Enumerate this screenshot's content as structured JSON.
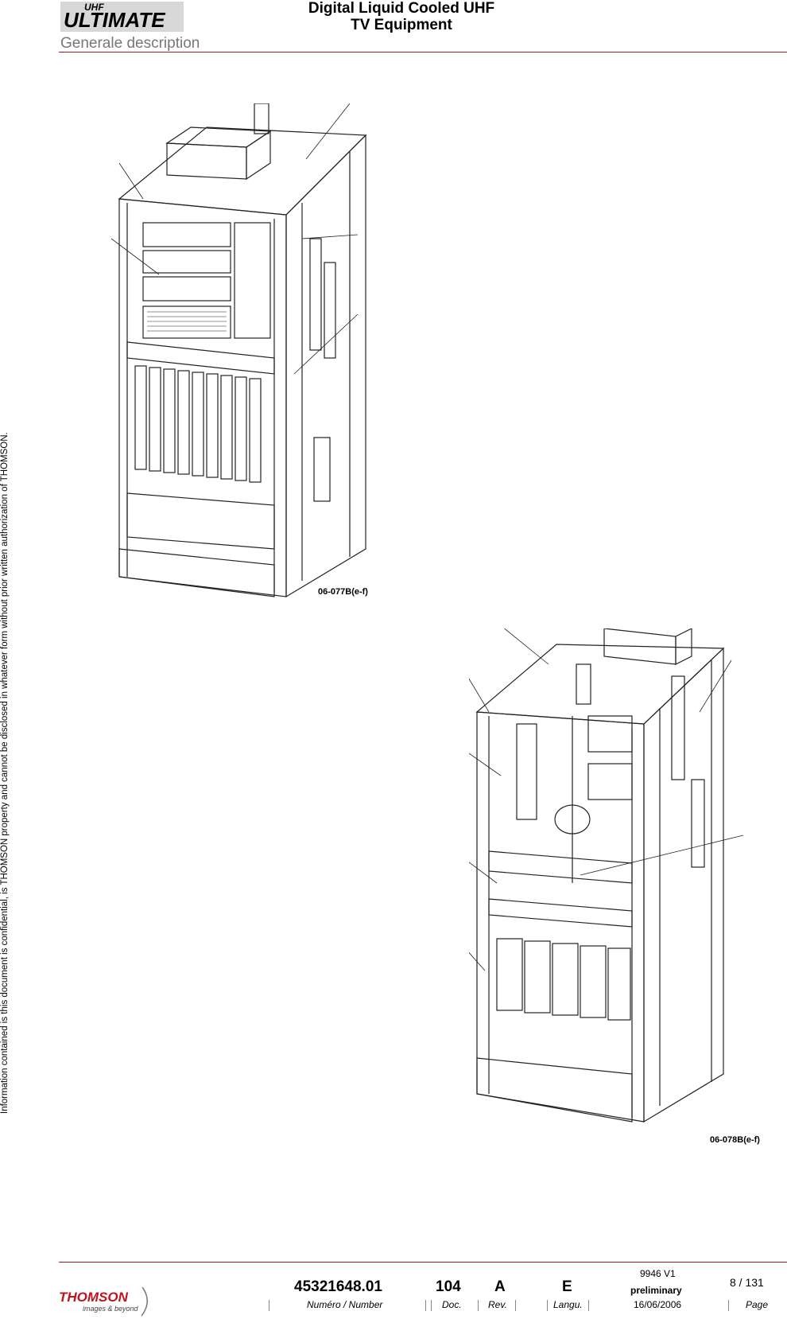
{
  "header": {
    "logo_text": "ULTIMATE",
    "logo_sup": "UHF",
    "title_line1": "Digital Liquid Cooled UHF",
    "title_line2": "TV Equipment",
    "section": "Generale description"
  },
  "side_note": "Information contained is this document is confidential, is THOMSON property and cannot be disclosed in whatever form without prior written authorization of THOMSON.",
  "figures": [
    {
      "id": "06-077B(e-f)"
    },
    {
      "id": "06-078B(e-f)"
    }
  ],
  "footer": {
    "logo_text": "THOMSON",
    "logo_tagline": "images & beyond",
    "number": "45321648.01",
    "doc": "104",
    "rev": "A",
    "langu": "E",
    "code": "9946 V1",
    "status": "preliminary",
    "date": "16/06/2006",
    "page": "8 / 131",
    "labels": {
      "number": "Numéro / Number",
      "doc": "Doc.",
      "rev": "Rev.",
      "langu": "Langu.",
      "page": "Page"
    }
  },
  "colors": {
    "rule": "#9b1c2a",
    "logo_red": "#c0121f"
  }
}
